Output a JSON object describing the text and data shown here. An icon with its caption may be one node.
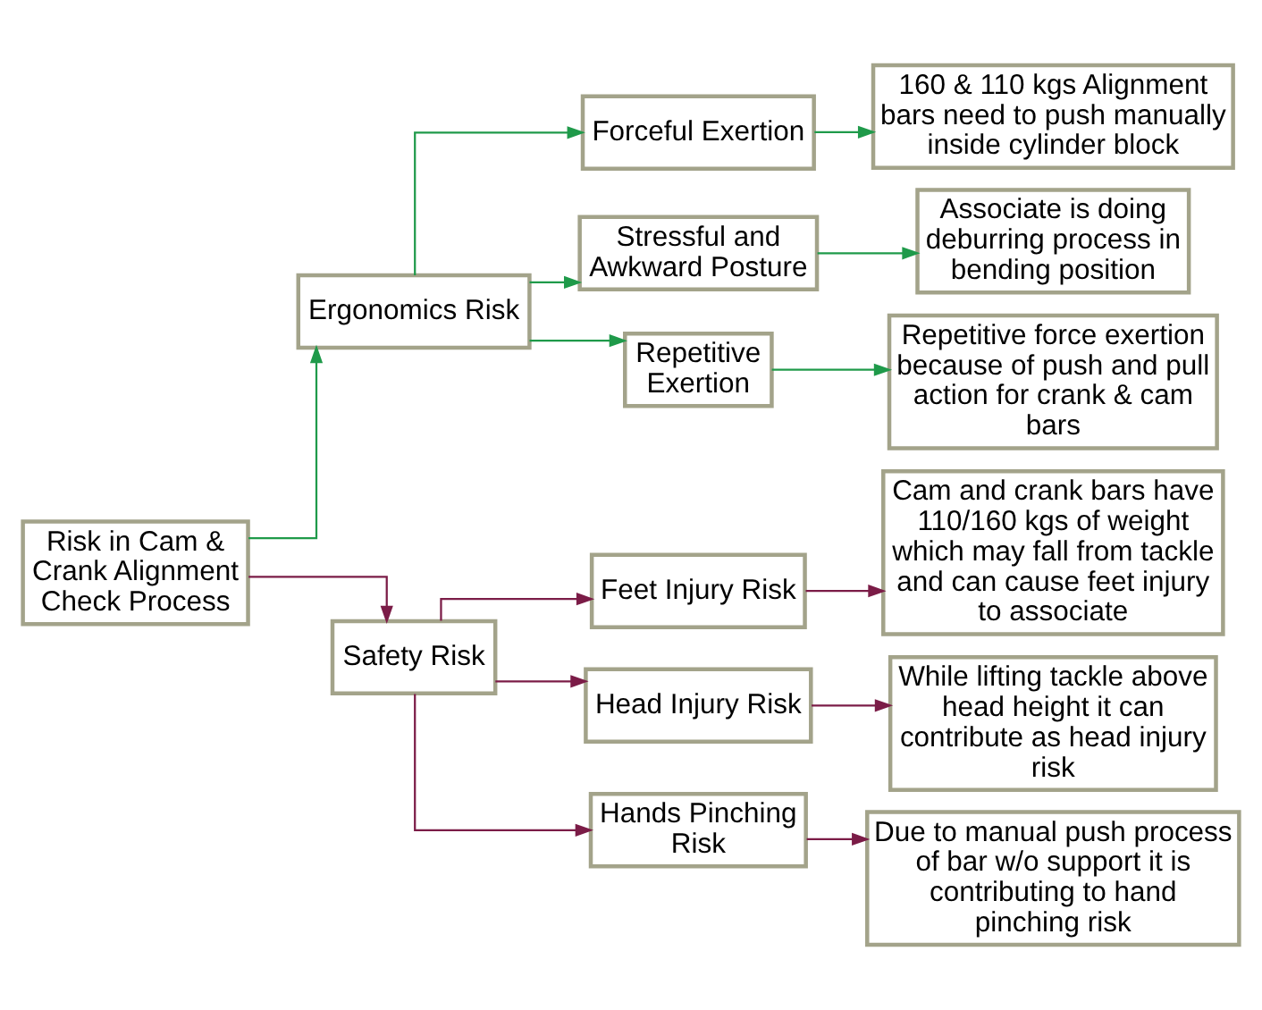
{
  "diagram": {
    "nodes": [
      {
        "text": [
          "Risk in Cam & Crank Alignment Check Process"
        ]
      },
      {
        "text": [
          "Ergonomics Risk"
        ]
      },
      {
        "text": [
          "Forceful Exertion"
        ]
      },
      {
        "text": [
          "160 & 110 kgs Alignment bars need to push manually inside cylinder block"
        ]
      },
      {
        "text": [
          "Stressful and Awkward Posture"
        ]
      },
      {
        "text": [
          "Associate is doing deburring process in bending position"
        ]
      },
      {
        "text": [
          "Repetitive Exertion"
        ]
      },
      {
        "text": [
          "Repetitive force exertion because of push and pull action for crank & cam bars"
        ]
      },
      {
        "text": [
          "Safety Risk"
        ]
      },
      {
        "text": [
          "Feet Injury Risk"
        ]
      },
      {
        "text": [
          "Cam and crank bars have 110/160 kgs of weight which may fall from tackle and can cause feet injury to associate"
        ]
      },
      {
        "text": [
          "Head Injury Risk"
        ]
      },
      {
        "text": [
          "While lifting tackle above head height it can contribute as head injury risk"
        ]
      },
      {
        "text": [
          "Hands Pinching Risk"
        ]
      },
      {
        "text": [
          "Due to manual push process of bar w/o support it is contributing to hand pinching risk"
        ]
      }
    ],
    "edges": [
      {
        "from": 0,
        "to": 1,
        "arrow": "to",
        "color": "#1f9a4a"
      },
      {
        "from": 1,
        "to": 2,
        "arrow": "to",
        "color": "#1f9a4a"
      },
      {
        "from": 2,
        "to": 3,
        "arrow": "to",
        "color": "#1f9a4a"
      },
      {
        "from": 1,
        "to": 4,
        "arrow": "to",
        "color": "#1f9a4a"
      },
      {
        "from": 4,
        "to": 5,
        "arrow": "to",
        "color": "#1f9a4a"
      },
      {
        "from": 1,
        "to": 6,
        "arrow": "to",
        "color": "#1f9a4a"
      },
      {
        "from": 6,
        "to": 7,
        "arrow": "to",
        "color": "#1f9a4a"
      },
      {
        "from": 0,
        "to": 8,
        "arrow": "to",
        "color": "#7b1c47"
      },
      {
        "from": 8,
        "to": 9,
        "arrow": "to",
        "color": "#7b1c47"
      },
      {
        "from": 9,
        "to": 10,
        "arrow": "to",
        "color": "#7b1c47"
      },
      {
        "from": 8,
        "to": 11,
        "arrow": "to",
        "color": "#7b1c47"
      },
      {
        "from": 11,
        "to": 12,
        "arrow": "to",
        "color": "#7b1c47"
      },
      {
        "from": 8,
        "to": 13,
        "arrow": "to",
        "color": "#7b1c47"
      },
      {
        "from": 13,
        "to": 14,
        "arrow": "to",
        "color": "#7b1c47"
      }
    ]
  }
}
